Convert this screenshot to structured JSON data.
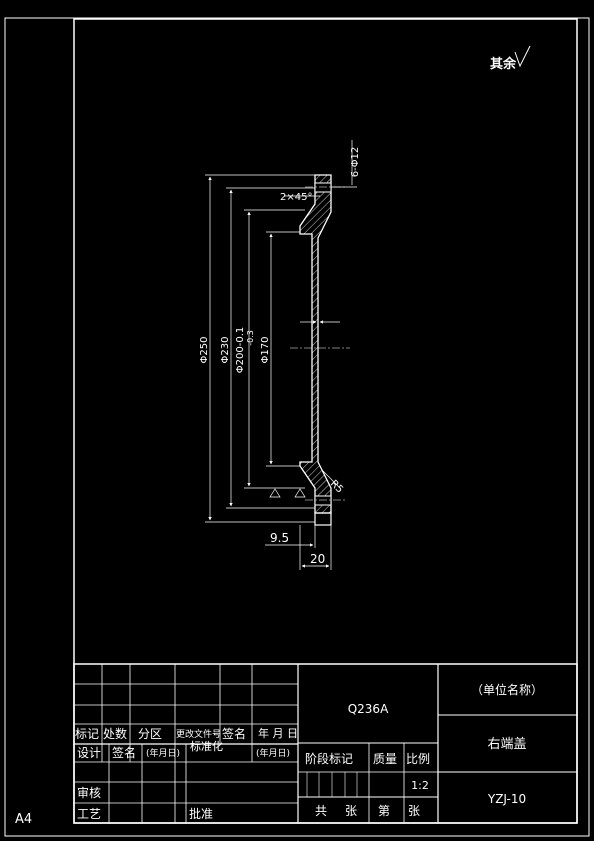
{
  "drawing": {
    "roughness_note": "其余",
    "dims": {
      "bolt_holes": "6-Φ12",
      "chamfer": "2×45°",
      "d250": "Φ250",
      "d230": "Φ230",
      "d200": "Φ200-0.1",
      "d200_tol": "-0.3",
      "d170": "Φ170",
      "w95": "9.5",
      "w20": "20",
      "r5": "R5"
    }
  },
  "sheet": {
    "size_label": "A4"
  },
  "title_block": {
    "material": "Q236A",
    "company": "（单位名称）",
    "part_name": "右端盖",
    "drawing_no": "YZJ-10",
    "scale_value": "1:2",
    "labels": {
      "biaoji": "标记",
      "chushu": "处数",
      "fenqu": "分区",
      "gengai": "更改文件号",
      "qianming": "签名",
      "nianyueri": "年 月 日",
      "sheji": "设计",
      "qianming2": "签名",
      "nianyueri2": "(年月日)",
      "biaozhunhua": "标准化",
      "nianyueri3": "(年月日)",
      "jieduan": "阶段标记",
      "zhiliang": "质量",
      "bili": "比例",
      "shenhe": "审核",
      "gongyi": "工艺",
      "pizhun": "批准",
      "gong": "共",
      "zhang": "张",
      "di": "第",
      "zhang2": "张"
    }
  }
}
